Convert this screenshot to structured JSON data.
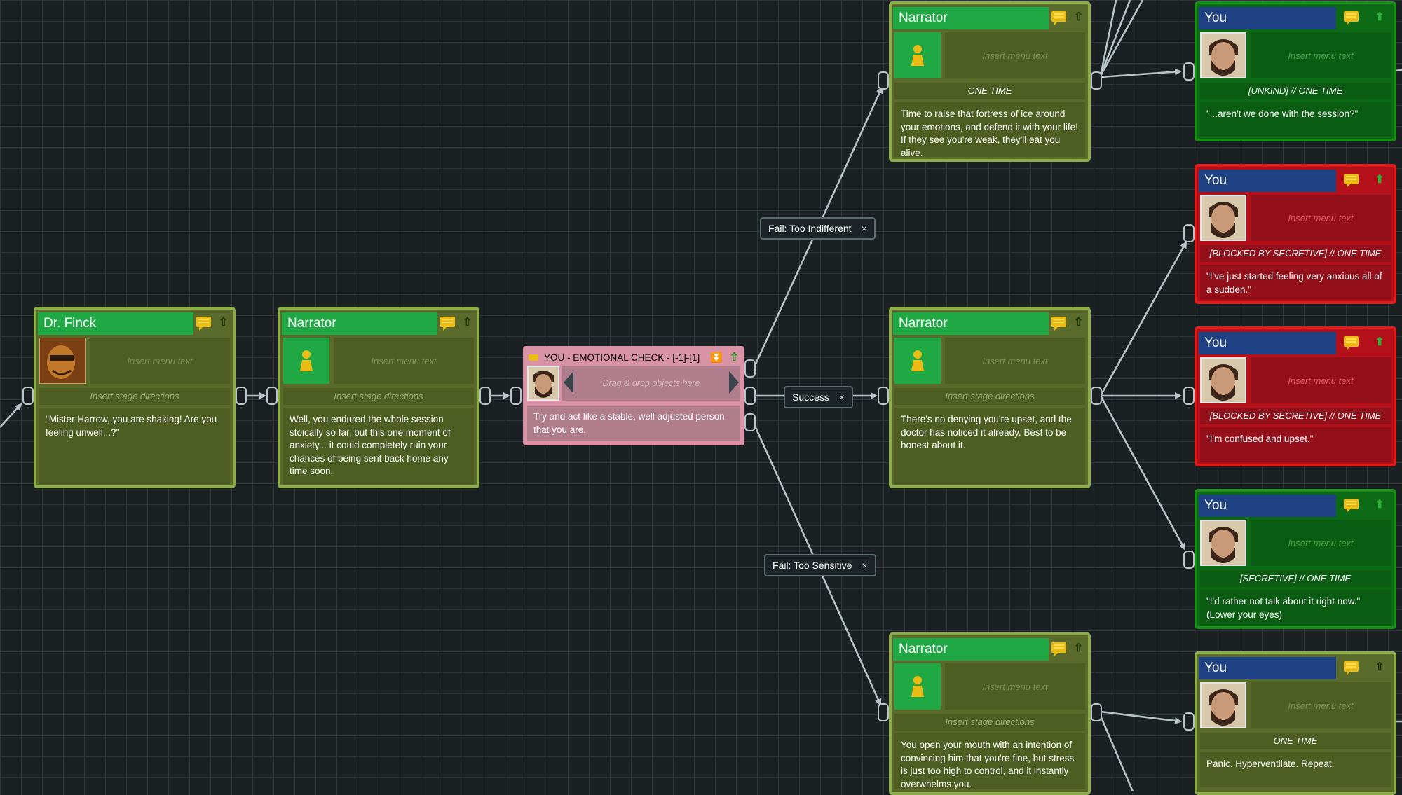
{
  "placeholders": {
    "menu_text": "Insert menu text",
    "stage_directions": "Insert stage directions",
    "drop_zone": "Drag & drop objects here"
  },
  "nodes": {
    "dr_finck": {
      "speaker": "Dr. Finck",
      "text": "\"Mister Harrow, you are shaking! Are you feeling unwell...?\""
    },
    "narrator_1": {
      "speaker": "Narrator",
      "text": "Well, you endured the whole session stoically so far, but this one moment of anxiety... it could completely ruin your chances of being sent back home any time soon."
    },
    "check": {
      "title": "YOU - EMOTIONAL CHECK - [-1]-[1]",
      "text": "Try and act like a stable, well adjusted person that you are."
    },
    "narrator_top": {
      "speaker": "Narrator",
      "stage": "ONE TIME",
      "text": "Time to raise that fortress of ice around your emotions, and defend it with your life! If they see you're weak, they'll eat you alive."
    },
    "narrator_mid": {
      "speaker": "Narrator",
      "text": "There's no denying you're upset, and the doctor has noticed it already. Best to be honest about it."
    },
    "narrator_bot": {
      "speaker": "Narrator",
      "text": "You open your mouth with an intention of convincing him that you're fine, but stress is just too high to control, and it instantly overwhelms you."
    },
    "you_1": {
      "speaker": "You",
      "stage": "[UNKIND] // ONE TIME",
      "text": "\"...aren't we done with the session?\""
    },
    "you_2": {
      "speaker": "You",
      "stage": "[BLOCKED BY SECRETIVE] // ONE TIME",
      "text": "\"I've just started feeling very anxious all of a sudden.\""
    },
    "you_3": {
      "speaker": "You",
      "stage": "[BLOCKED BY SECRETIVE] // ONE TIME",
      "text": "\"I'm confused and upset.\""
    },
    "you_4": {
      "speaker": "You",
      "stage": "[SECRETIVE] // ONE TIME",
      "text": "\"I'd rather not talk about it right now.\" (Lower your eyes)"
    },
    "you_5": {
      "speaker": "You",
      "stage": "ONE TIME",
      "text": "Panic. Hyperventilate. Repeat."
    }
  },
  "edge_labels": {
    "fail_indifferent": "Fail: Too Indifferent",
    "success": "Success",
    "fail_sensitive": "Fail: Too Sensitive",
    "close_glyph": "×"
  },
  "colors": {
    "canvas": "#1b2022",
    "node_olive": "#596a2a",
    "node_border_olive": "#8cad4a",
    "header_green": "#1fa844",
    "header_blue": "#1e4283",
    "node_red": "#b4101a",
    "node_green": "#0c6a14",
    "check_pink": "#d993a6",
    "wire": "#b8c4c8"
  }
}
